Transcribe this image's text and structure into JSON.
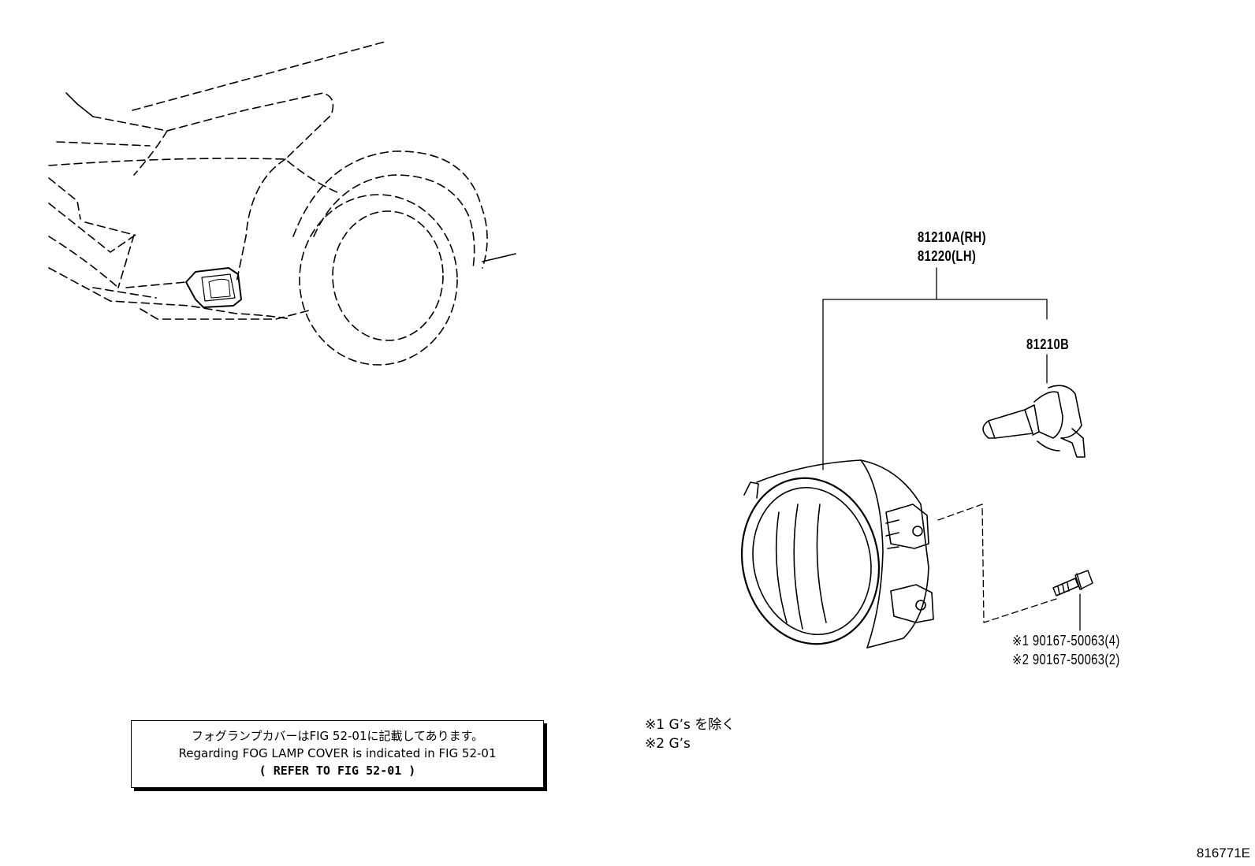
{
  "callouts": {
    "assembly_rh": "81210A(RH)",
    "assembly_lh": "81220(LH)",
    "bulb": "81210B",
    "bolt_1": "※1  90167-50063(4)",
    "bolt_2": "※2  90167-50063(2)"
  },
  "note": {
    "jp": "フォグランプカバーはFIG 52-01に記載してあります。",
    "en": "Regarding FOG LAMP COVER is indicated in FIG 52-01",
    "ref": "( REFER TO FIG 52-01 )"
  },
  "legend": {
    "item_1": "※1 G’s を除く",
    "item_2": "※2 G’s"
  },
  "figure_id": "816771E"
}
